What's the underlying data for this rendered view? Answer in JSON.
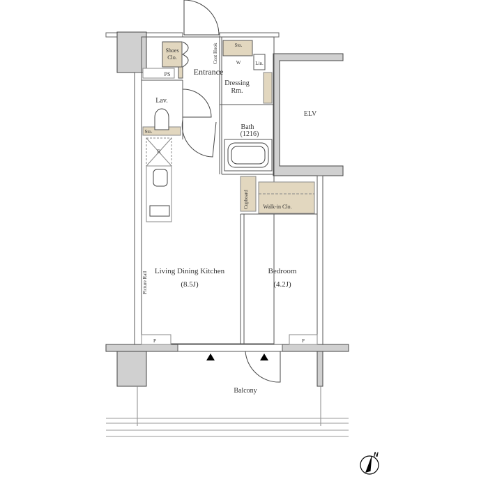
{
  "floorplan": {
    "colors": {
      "wall": "#d0d0d0",
      "storage": "#e2d7bf",
      "line": "#444444"
    },
    "rooms": {
      "entrance": "Entrance",
      "shoes_closet_line1": "Shoes",
      "shoes_closet_line2": "Clo.",
      "ps": "PS",
      "sto_entrance": "Sto.",
      "coat_hook": "Coat Hook",
      "sto_dressing": "Sto.",
      "washer": "W",
      "linen": "Lin.",
      "dressing_line1": "Dressing",
      "dressing_line2": "Rm.",
      "lavatory": "Lav.",
      "sto_lav": "Sto.",
      "bath": "Bath",
      "bath_size": "(1216)",
      "elv": "ELV",
      "refrigerator": "R",
      "cupboard": "Cupboard",
      "walkin_closet": "Walk-in Clo.",
      "ldk": "Living Dining Kitchen",
      "ldk_size": "(8.5J)",
      "bedroom": "Bedroom",
      "bedroom_size": "(4.2J)",
      "picture_rail": "Picture Rail",
      "pipe_left": "P",
      "pipe_right": "P",
      "balcony": "Balcony"
    },
    "compass": {
      "north_label": "N"
    }
  }
}
